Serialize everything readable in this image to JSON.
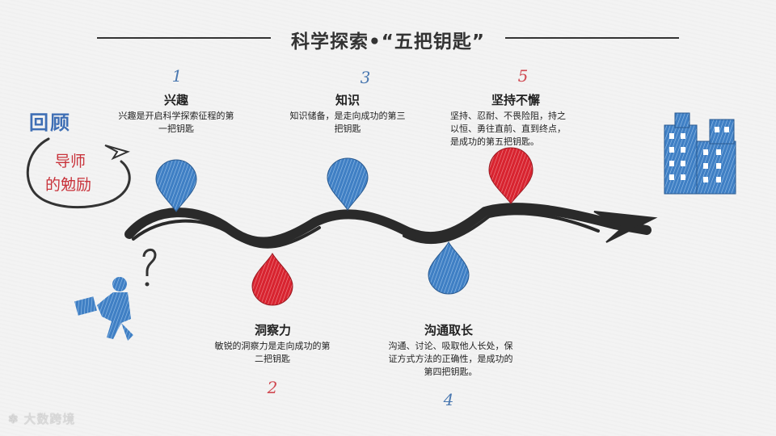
{
  "title": "科学探索•“五把钥匙”",
  "review": {
    "line1": "回顾",
    "line2": "导师",
    "line3": "的勉励"
  },
  "keys": [
    {
      "number": "1",
      "label": "兴趣",
      "desc": "兴趣是开启科学探索征程的第一把钥匙"
    },
    {
      "number": "2",
      "label": "洞察力",
      "desc": "敏锐的洞察力是走向成功的第二把钥匙"
    },
    {
      "number": "3",
      "label": "知识",
      "desc": "知识储备，是走向成功的第三把钥匙"
    },
    {
      "number": "4",
      "label": "沟通取长",
      "desc": "沟通、讨论、吸取他人长处，保证方式方法的正确性，是成功的第四把钥匙。"
    },
    {
      "number": "5",
      "label": "坚持不懈",
      "desc": "坚持、忍耐、不畏险阻，持之以恒、勇往直前、直到终点，是成功的第五把钥匙。"
    }
  ],
  "watermark": "大数跨境",
  "colors": {
    "blue": "#3f7fc4",
    "red": "#d8232f",
    "path": "#2a2a2a"
  }
}
